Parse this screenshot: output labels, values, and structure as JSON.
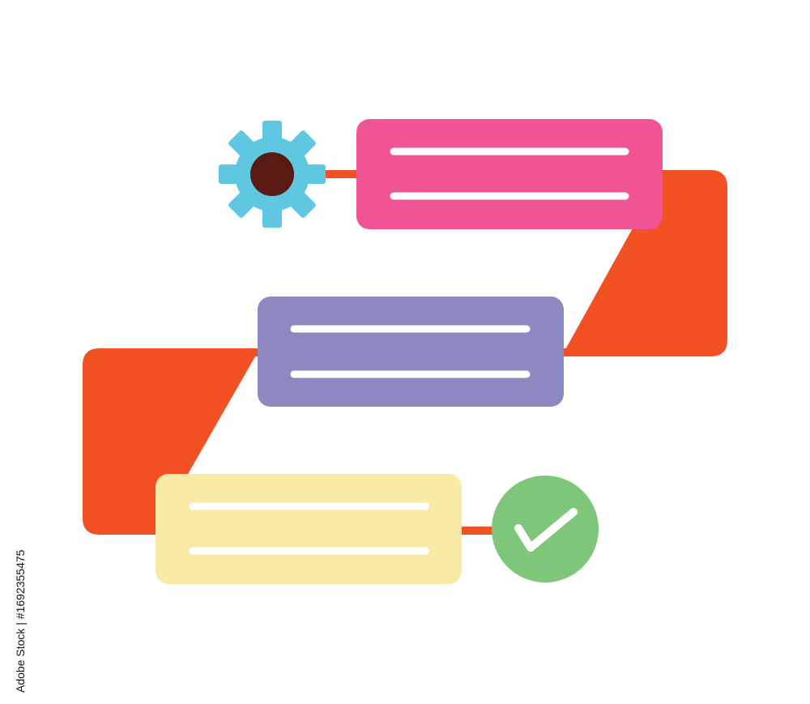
{
  "diagram": {
    "colors": {
      "connector": "#F25123",
      "gear": "#5FC8E0",
      "gear_center": "#5A1A14",
      "step_1": "#F05494",
      "step_2": "#8B88C2",
      "step_3": "#F9EBA6",
      "check_circle": "#7DC67A",
      "check_mark": "#FFFFFF",
      "text_line": "#FFFFFF"
    },
    "start_icon": "gear-icon",
    "end_icon": "check-icon",
    "steps": [
      {
        "id": "step-1",
        "lines": 2
      },
      {
        "id": "step-2",
        "lines": 2
      },
      {
        "id": "step-3",
        "lines": 2
      }
    ]
  },
  "stock_id": "Adobe Stock | #1692355475"
}
